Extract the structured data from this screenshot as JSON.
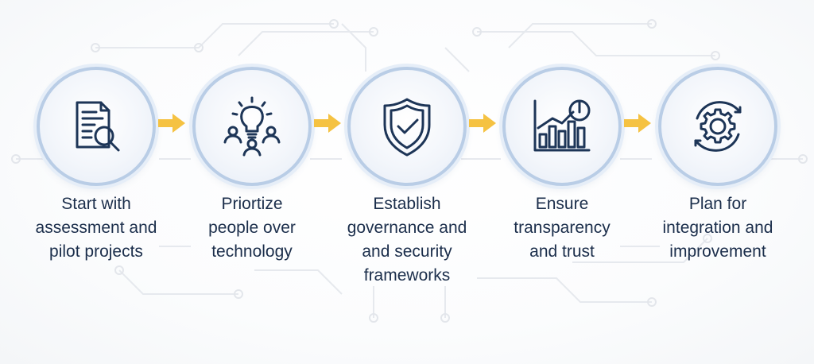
{
  "colors": {
    "accent_arrow": "#f5c242",
    "icon_stroke": "#1d3557",
    "text": "#1b2e4b",
    "ring": "#b9cde6"
  },
  "steps": [
    {
      "icon": "document-magnifier-icon",
      "lines": [
        "Start with",
        "assessment and",
        "pilot projects"
      ]
    },
    {
      "icon": "lightbulb-people-icon",
      "lines": [
        "Priortize",
        "people over",
        "technology"
      ]
    },
    {
      "icon": "shield-check-icon",
      "lines": [
        "Establish",
        "governance and",
        "and security",
        "frameworks"
      ]
    },
    {
      "icon": "bar-chart-eye-icon",
      "lines": [
        "Ensure",
        "transparency",
        "and trust"
      ]
    },
    {
      "icon": "gear-cycle-icon",
      "lines": [
        "Plan for",
        "integration and",
        "improvement"
      ]
    }
  ],
  "arrows": [
    "arrow-right-icon",
    "arrow-right-icon",
    "arrow-right-icon",
    "arrow-right-icon"
  ]
}
